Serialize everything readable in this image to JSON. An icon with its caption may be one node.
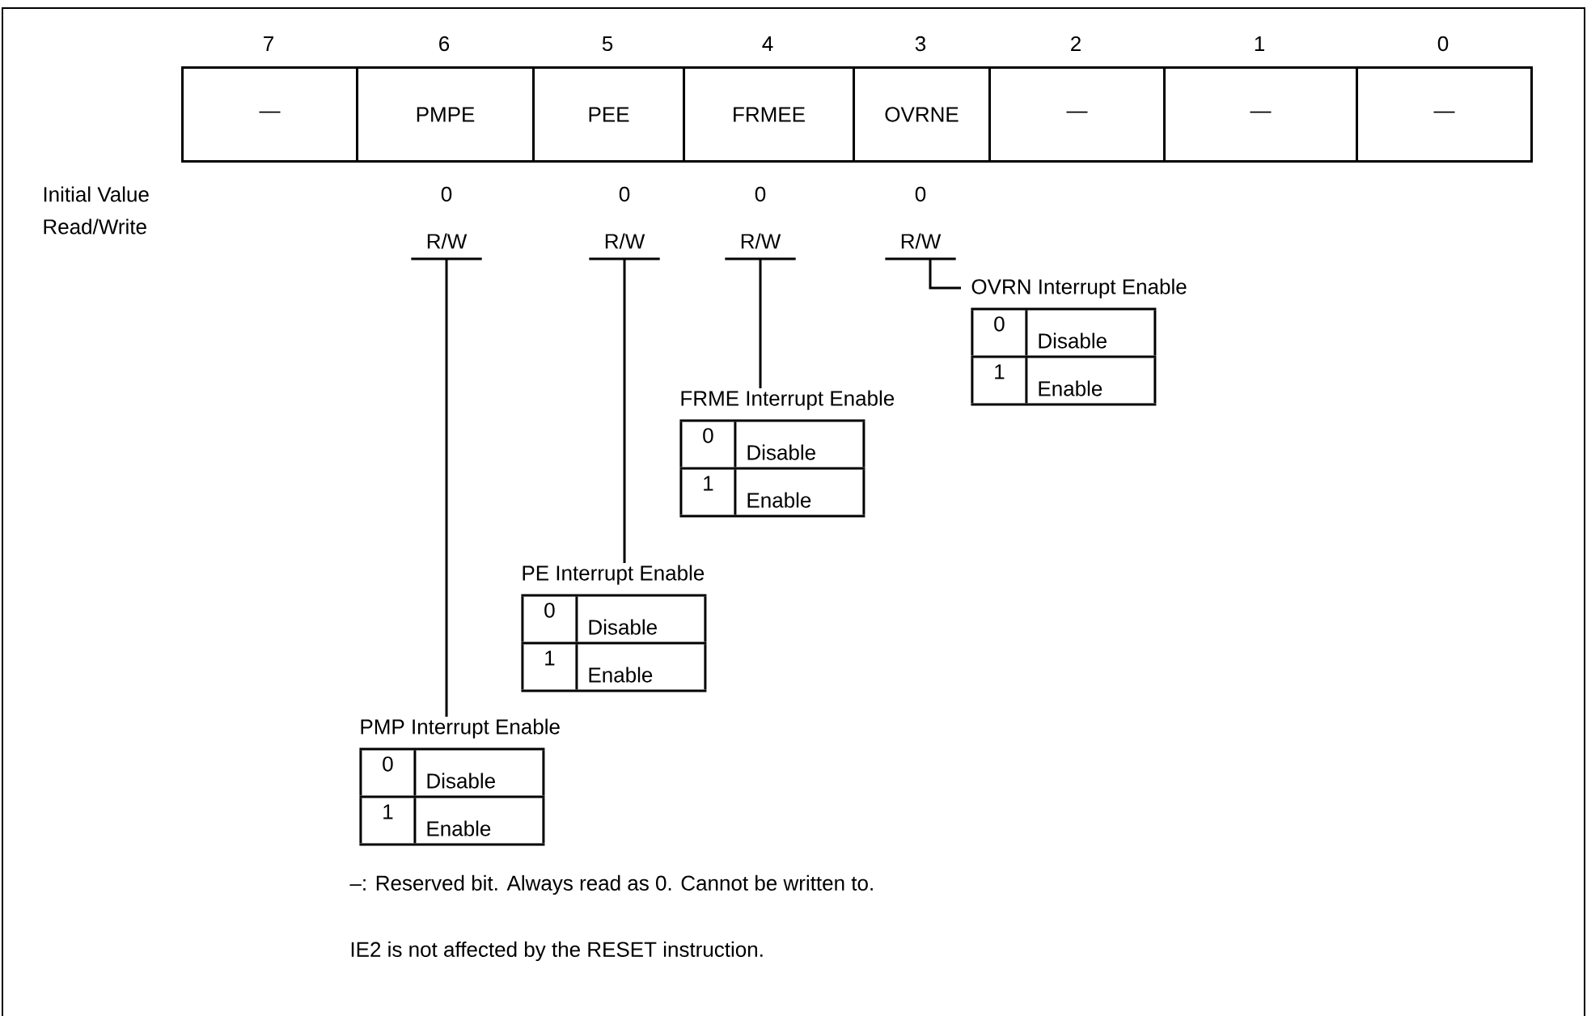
{
  "diagram": {
    "nodes": [
      {
        "text": [
          "—"
        ],
        "beside": [
          "7"
        ]
      },
      {
        "text": [
          "PMPE"
        ],
        "beside": [
          "6"
        ]
      },
      {
        "text": [
          "PEE"
        ],
        "beside": [
          "5"
        ]
      },
      {
        "text": [
          "FRMEE"
        ],
        "beside": [
          "4"
        ]
      },
      {
        "text": [
          "OVRNE"
        ],
        "beside": [
          "3"
        ]
      },
      {
        "text": [
          "—"
        ],
        "beside": [
          "2"
        ]
      },
      {
        "text": [
          "—"
        ],
        "beside": [
          "1"
        ]
      },
      {
        "text": [
          "—"
        ],
        "beside": [
          "0"
        ]
      },
      {
        "text": [
          "R/W"
        ]
      },
      {
        "text": [
          "R/W"
        ]
      },
      {
        "text": [
          "R/W"
        ]
      },
      {
        "text": [
          "R/W"
        ]
      },
      {
        "text": [
          "OVRN Interrupt Enable",
          "0",
          "Disable",
          "1",
          "Enable"
        ]
      },
      {
        "text": [
          "FRME Interrupt Enable",
          "0",
          "Disable",
          "1",
          "Enable"
        ]
      },
      {
        "text": [
          "PE Interrupt Enable",
          "0",
          "Disable",
          "1",
          "Enable"
        ]
      },
      {
        "text": [
          "PMP Interrupt Enable",
          "0",
          "Disable",
          "1",
          "Enable"
        ]
      }
    ],
    "edges": [
      {
        "from": 8,
        "to": 15,
        "arrow": "none"
      },
      {
        "from": 9,
        "to": 14,
        "arrow": "none"
      },
      {
        "from": 10,
        "to": 13,
        "arrow": "none"
      },
      {
        "from": 11,
        "to": 12,
        "arrow": "none"
      }
    ],
    "labels": [
      "Initial Value",
      "Read/Write",
      "0",
      "0",
      "0",
      "0",
      "–: Reserved bit.  Always read as 0.  Cannot be written to.",
      "IE2 is not affected by the RESET instruction."
    ]
  }
}
